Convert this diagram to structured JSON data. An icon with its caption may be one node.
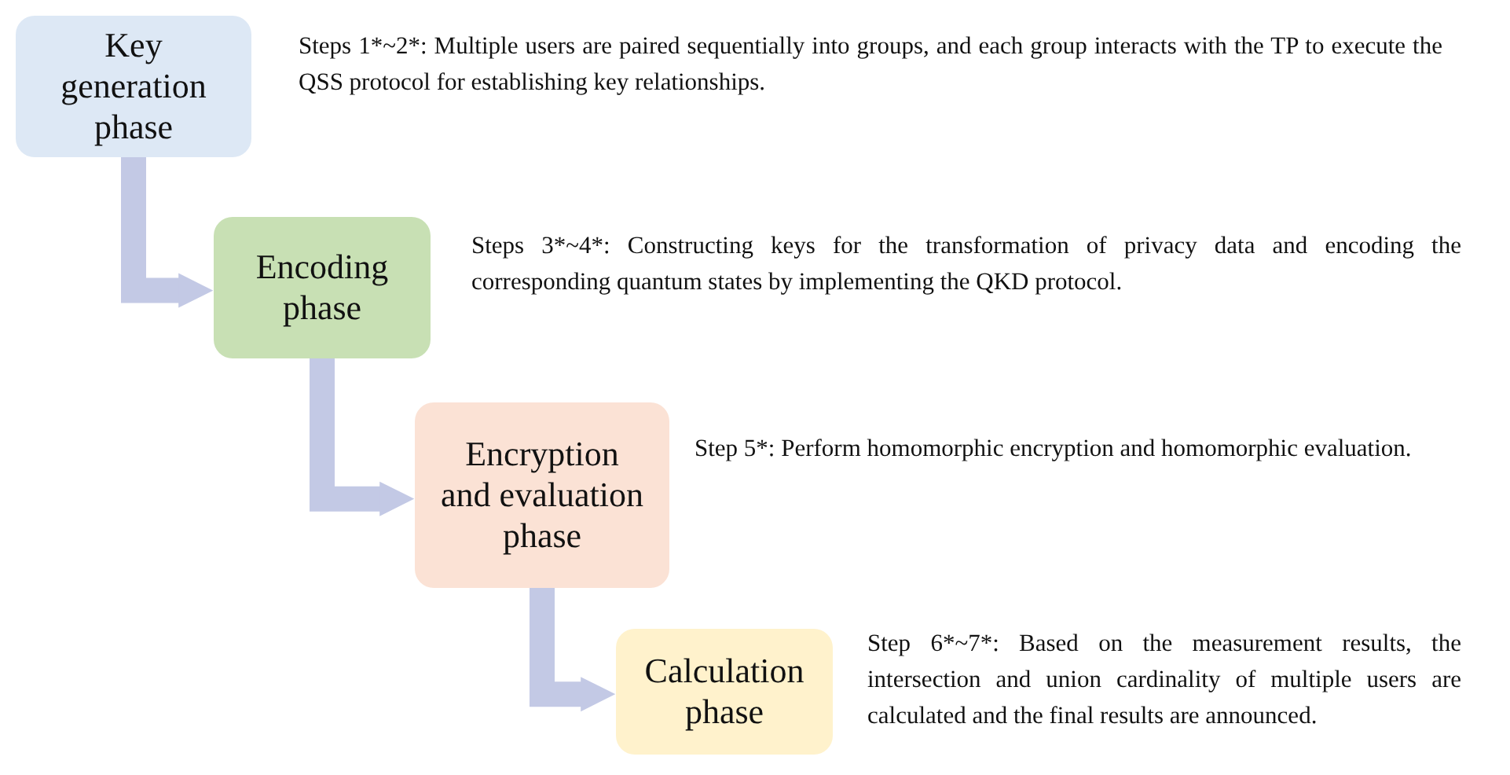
{
  "diagram": {
    "nodes": [
      {
        "text": [
          "Key generation phase"
        ],
        "beside": [
          "Steps 1*~2*: Multiple users are paired sequentially into groups, and each group interacts with the TP to execute the QSS protocol for establishing key relationships."
        ]
      },
      {
        "text": [
          "Encoding phase"
        ],
        "beside": [
          "Steps 3*~4*: Constructing keys for the transformation of privacy data and encoding the corresponding quantum states by implementing the QKD protocol."
        ]
      },
      {
        "text": [
          "Encryption and evaluation phase"
        ],
        "beside": [
          "Step 5*: Perform homomorphic encryption and homomorphic evaluation."
        ]
      },
      {
        "text": [
          "Calculation phase"
        ],
        "beside": [
          "Step 6*~7*: Based on the measurement results, the intersection and union cardinality of multiple users are calculated and the final results are announced."
        ]
      }
    ],
    "edges": [
      {
        "from": 0,
        "to": 1,
        "arrow": "to"
      },
      {
        "from": 1,
        "to": 2,
        "arrow": "to"
      },
      {
        "from": 2,
        "to": 3,
        "arrow": "to"
      }
    ]
  }
}
